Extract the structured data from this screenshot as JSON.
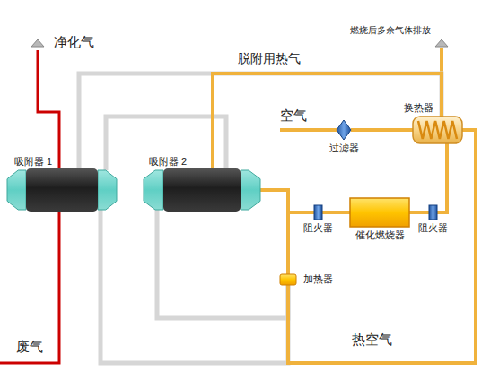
{
  "diagram": {
    "nodes": [
      {
        "text": [
          "吸附器 1"
        ]
      },
      {
        "text": [
          "吸附器 2"
        ]
      },
      {
        "text": [
          "过滤器"
        ]
      },
      {
        "text": [
          "换热器"
        ]
      },
      {
        "text": [
          "阻火器"
        ]
      },
      {
        "text": [
          "催化燃烧器"
        ]
      },
      {
        "text": [
          "阻火器"
        ]
      },
      {
        "text": [
          "加热器"
        ]
      }
    ],
    "edges": [
      {
        "from": 3,
        "to": 0,
        "arrow": "none"
      },
      {
        "from": 0,
        "to": 1,
        "arrow": "none"
      },
      {
        "from": 1,
        "to": 7,
        "arrow": "none"
      },
      {
        "from": 0,
        "to": 7,
        "arrow": "none"
      },
      {
        "from": 3,
        "to": 1,
        "label": "脱附用热气",
        "arrow": "none"
      },
      {
        "from": 2,
        "to": 3,
        "arrow": "none"
      },
      {
        "from": 1,
        "to": 4,
        "arrow": "none"
      },
      {
        "from": 7,
        "to": 4,
        "arrow": "none"
      },
      {
        "from": 4,
        "to": 5,
        "arrow": "none"
      },
      {
        "from": 5,
        "to": 6,
        "arrow": "none"
      },
      {
        "from": 6,
        "to": 3,
        "arrow": "none"
      },
      {
        "from": 3,
        "to": 7,
        "arrow": "none"
      }
    ],
    "labels": [
      "净化气",
      "燃烧后多余气体排放",
      "空气",
      "热空气",
      "废气"
    ]
  }
}
